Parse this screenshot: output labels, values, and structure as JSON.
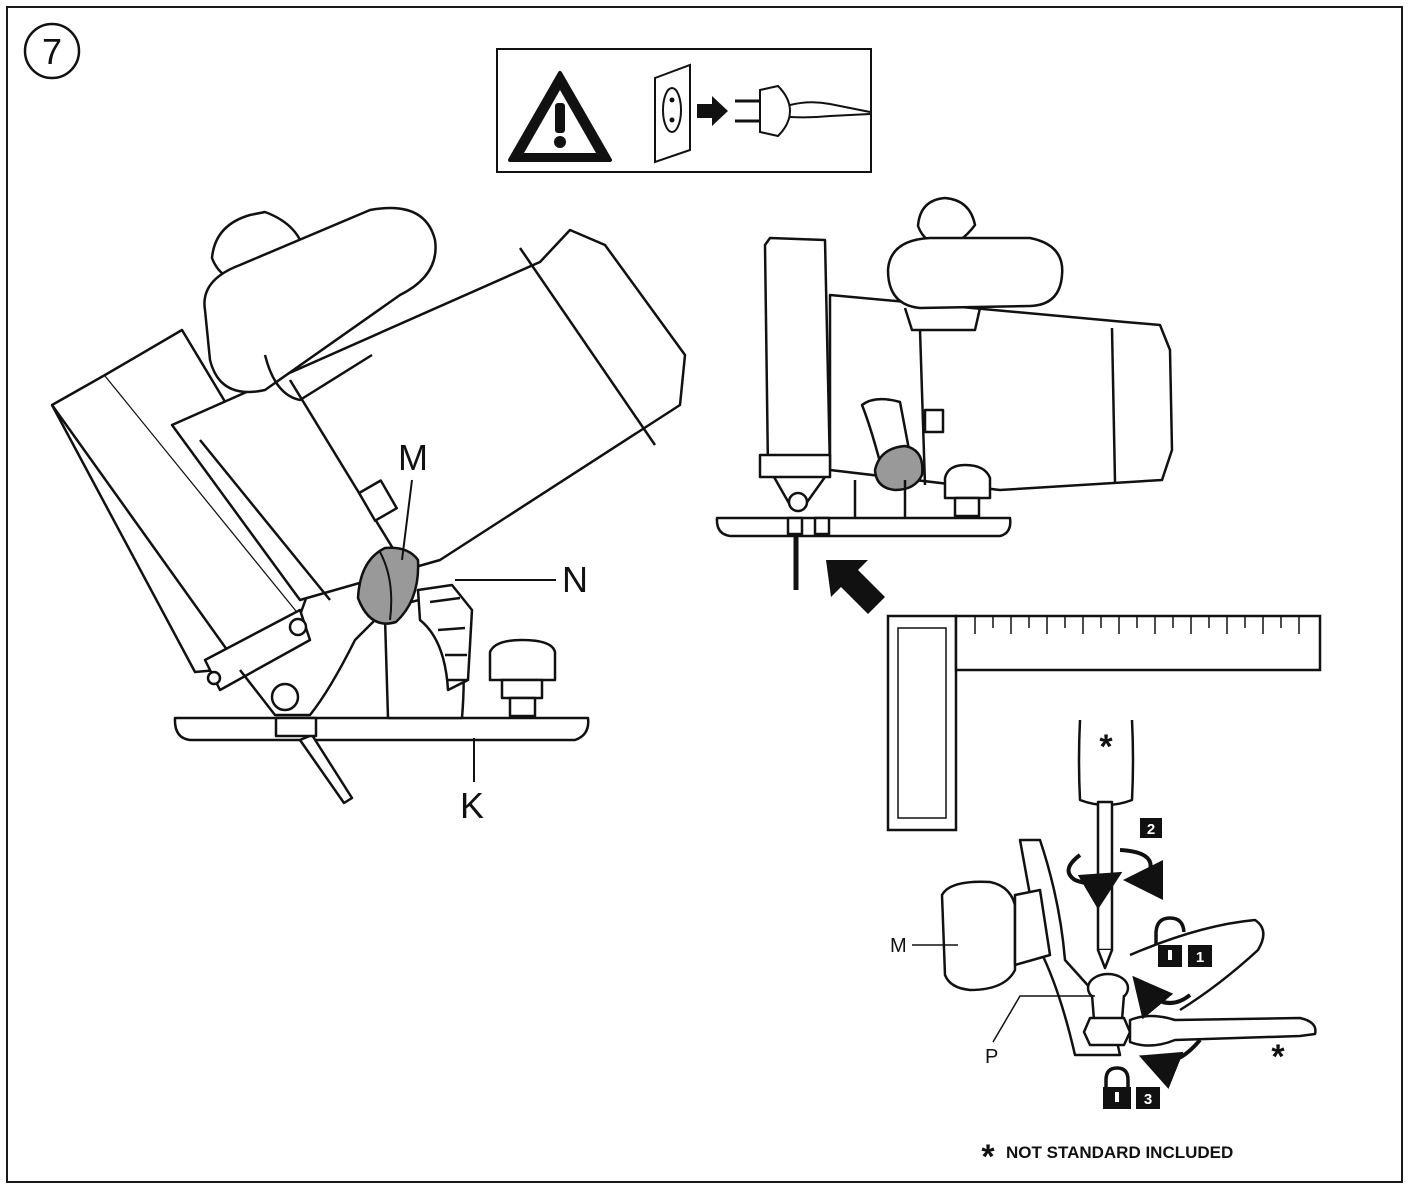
{
  "step_number": "7",
  "labels": {
    "m_main": "M",
    "n_main": "N",
    "k_main": "K",
    "m_detail": "M",
    "p_detail": "P",
    "star_screwdriver": "*",
    "star_wrench": "*"
  },
  "steps": {
    "one": "1",
    "two": "2",
    "three": "3"
  },
  "footnote": {
    "star": "*",
    "text": "NOT STANDARD INCLUDED"
  },
  "icons": {
    "warning": "warning-triangle-icon",
    "unplug": "unplug-from-socket-icon",
    "unlocked": "padlock-open-icon",
    "locked": "padlock-closed-icon"
  }
}
